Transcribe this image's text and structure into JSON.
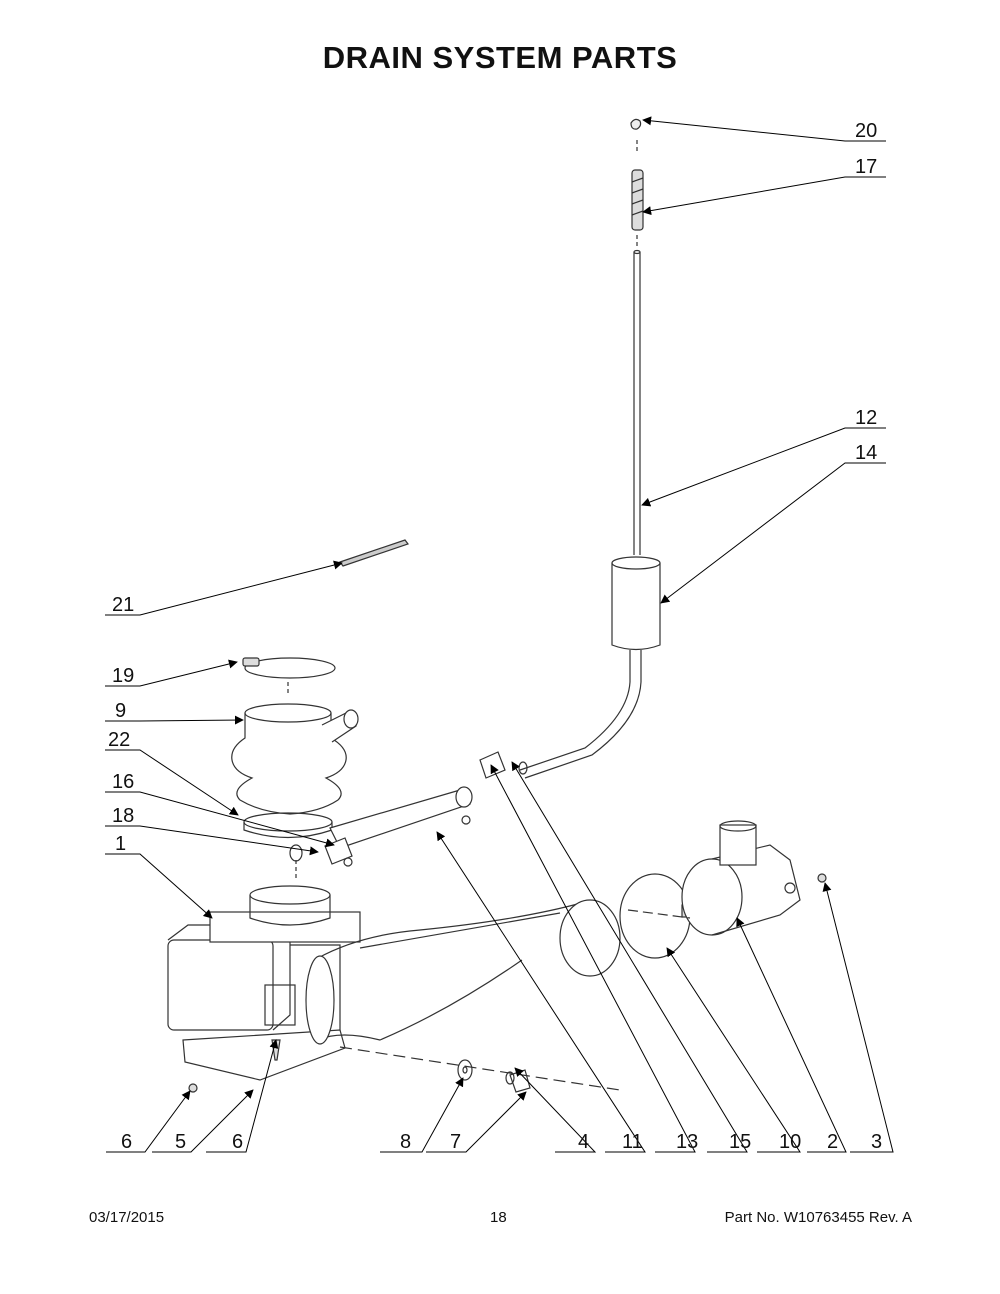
{
  "title": "DRAIN SYSTEM PARTS",
  "callouts": [
    "20",
    "17",
    "12",
    "14",
    "21",
    "19",
    "9",
    "22",
    "16",
    "18",
    "1",
    "6",
    "5",
    "6",
    "8",
    "7",
    "4",
    "11",
    "13",
    "15",
    "10",
    "2",
    "3"
  ],
  "footer": {
    "date": "03/17/2015",
    "page": "18",
    "part": "Part No.  W10763455   Rev.  A"
  }
}
